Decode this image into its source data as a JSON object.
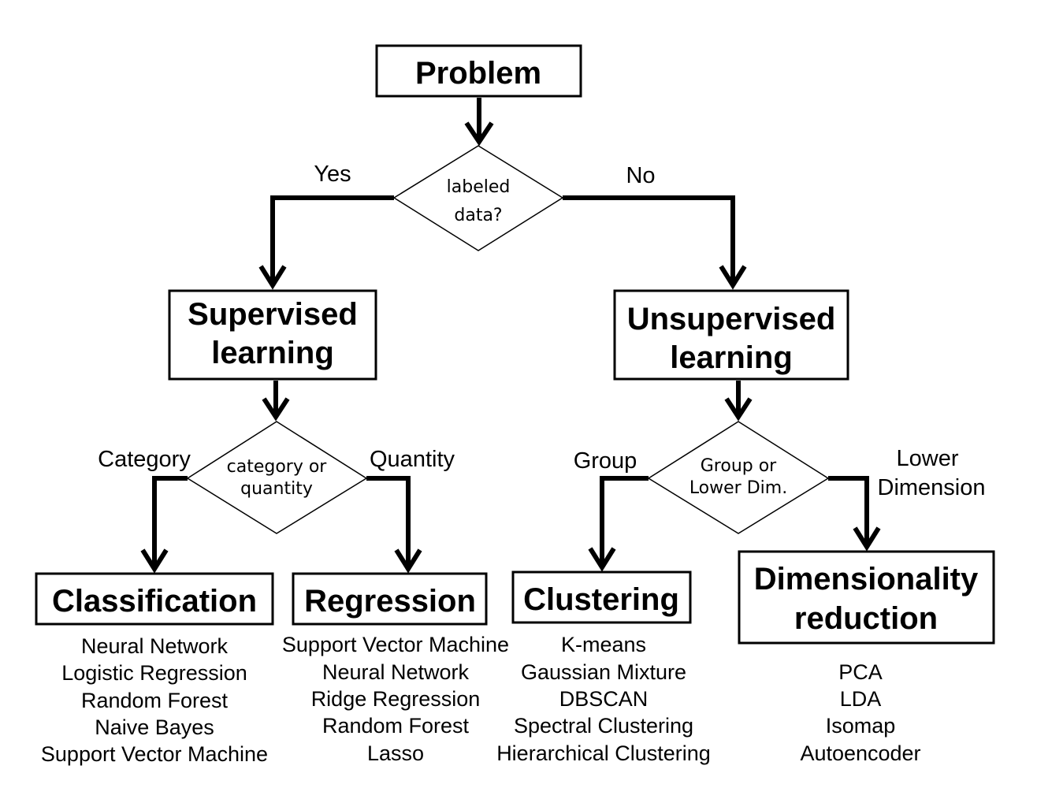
{
  "problem": {
    "label": "Problem"
  },
  "labeled_decision": {
    "line1": "labeled",
    "line2": "data?"
  },
  "yes_label": "Yes",
  "no_label": "No",
  "supervised": {
    "line1": "Supervised",
    "line2": "learning"
  },
  "unsupervised": {
    "line1": "Unsupervised",
    "line2": "learning"
  },
  "cat_decision": {
    "line1": "category or",
    "line2": "quantity"
  },
  "category_label": "Category",
  "quantity_label": "Quantity",
  "group_decision": {
    "line1": "Group or",
    "line2": "Lower Dim."
  },
  "group_label": "Group",
  "lower_label": {
    "line1": "Lower",
    "line2": "Dimension"
  },
  "classification": {
    "title": "Classification",
    "algorithms": [
      "Neural Network",
      "Logistic Regression",
      "Random Forest",
      "Naive Bayes",
      "Support Vector Machine"
    ]
  },
  "regression": {
    "title": "Regression",
    "algorithms": [
      "Support Vector Machine",
      "Neural Network",
      "Ridge Regression",
      "Random Forest",
      "Lasso"
    ]
  },
  "clustering": {
    "title": "Clustering",
    "algorithms": [
      "K-means",
      "Gaussian Mixture",
      "DBSCAN",
      "Spectral Clustering",
      "Hierarchical Clustering"
    ]
  },
  "dimensionality": {
    "line1": "Dimensionality",
    "line2": "reduction",
    "algorithms": [
      "PCA",
      "LDA",
      "Isomap",
      "Autoencoder"
    ]
  }
}
